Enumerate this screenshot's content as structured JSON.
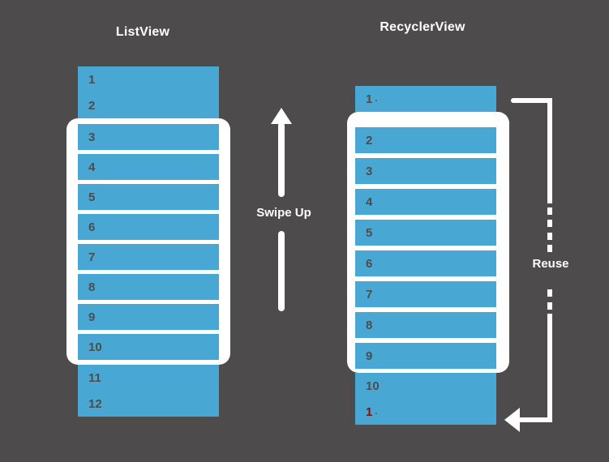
{
  "colors": {
    "bg": "#4D4B4B",
    "blue": "#49A7D4",
    "white": "#FFFFFF",
    "num": "#4D4D4D",
    "red": "#841010"
  },
  "titles": {
    "left": "ListView",
    "right": "RecyclerView"
  },
  "swipe": {
    "label": "Swipe Up"
  },
  "reuse": {
    "label": "Reuse"
  },
  "left_list": {
    "above_frame": [
      {
        "label": "1"
      },
      {
        "label": "2"
      }
    ],
    "in_frame": [
      {
        "label": "3"
      },
      {
        "label": "4"
      },
      {
        "label": "5"
      },
      {
        "label": "6"
      },
      {
        "label": "7"
      },
      {
        "label": "8"
      },
      {
        "label": "9"
      },
      {
        "label": "10"
      }
    ],
    "below_frame": [
      {
        "label": "11"
      },
      {
        "label": "12"
      }
    ]
  },
  "right_list": {
    "above_frame": [
      {
        "label": "1",
        "suffix": "."
      }
    ],
    "in_frame": [
      {
        "label": "2"
      },
      {
        "label": "3"
      },
      {
        "label": "4"
      },
      {
        "label": "5"
      },
      {
        "label": "6"
      },
      {
        "label": "7"
      },
      {
        "label": "8"
      },
      {
        "label": "9"
      }
    ],
    "below_frame": [
      {
        "label": "10"
      },
      {
        "label": "1",
        "suffix": ".",
        "red": true
      }
    ]
  }
}
